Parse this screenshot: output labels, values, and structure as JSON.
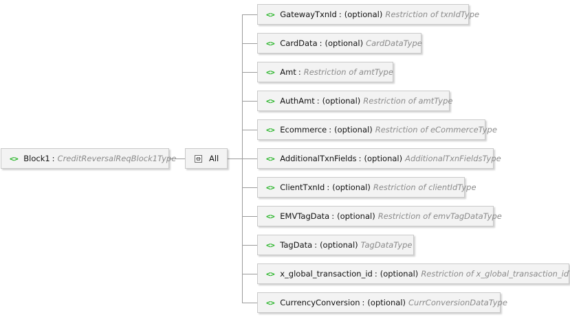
{
  "root": {
    "icon": "element-icon",
    "icon_glyph": "<>",
    "name": "Block1",
    "type": "CreditReversalReqBlock1Type"
  },
  "compositor": {
    "icon": "all-compositor-icon",
    "label": "All"
  },
  "children": [
    {
      "icon_glyph": "<>",
      "name": "GatewayTxnId",
      "optional": "(optional)",
      "type": "Restriction of txnIdType"
    },
    {
      "icon_glyph": "<>",
      "name": "CardData",
      "optional": "(optional)",
      "type": "CardDataType"
    },
    {
      "icon_glyph": "<>",
      "name": "Amt",
      "optional": "",
      "type": "Restriction of amtType"
    },
    {
      "icon_glyph": "<>",
      "name": "AuthAmt",
      "optional": "(optional)",
      "type": "Restriction of amtType"
    },
    {
      "icon_glyph": "<>",
      "name": "Ecommerce",
      "optional": "(optional)",
      "type": "Restriction of eCommerceType"
    },
    {
      "icon_glyph": "<>",
      "name": "AdditionalTxnFields",
      "optional": "(optional)",
      "type": "AdditionalTxnFieldsType"
    },
    {
      "icon_glyph": "<>",
      "name": "ClientTxnId",
      "optional": "(optional)",
      "type": "Restriction of clientIdType"
    },
    {
      "icon_glyph": "<>",
      "name": "EMVTagData",
      "optional": "(optional)",
      "type": "Restriction of emvTagDataType"
    },
    {
      "icon_glyph": "<>",
      "name": "TagData",
      "optional": "(optional)",
      "type": "TagDataType"
    },
    {
      "icon_glyph": "<>",
      "name": "x_global_transaction_id",
      "optional": "(optional)",
      "type": "Restriction of x_global_transaction_idType"
    },
    {
      "icon_glyph": "<>",
      "name": "CurrencyConversion",
      "optional": "(optional)",
      "type": "CurrConversionDataType"
    }
  ],
  "colors": {
    "element_icon": "#22b322",
    "node_fill": "#f3f3f3",
    "node_border": "#c9c9c9",
    "connector": "#9a9a9a",
    "type_text": "#8a8a8a"
  }
}
